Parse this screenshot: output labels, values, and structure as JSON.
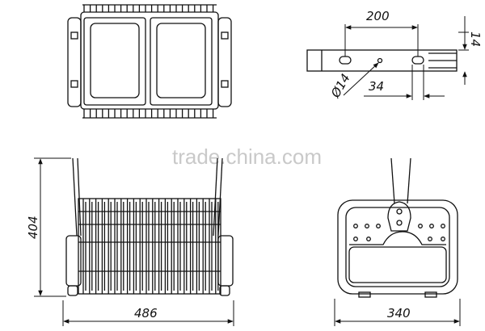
{
  "watermark": "trade.china.com",
  "dimensions": {
    "bracket_hole_spacing": "200",
    "bracket_thickness": "14",
    "hole_diameter": "Ø14",
    "slot_length": "34",
    "fixture_height": "404",
    "fixture_width": "486",
    "fixture_depth": "340"
  },
  "colors": {
    "line": "#111111",
    "watermark": "#c9c9c9"
  }
}
